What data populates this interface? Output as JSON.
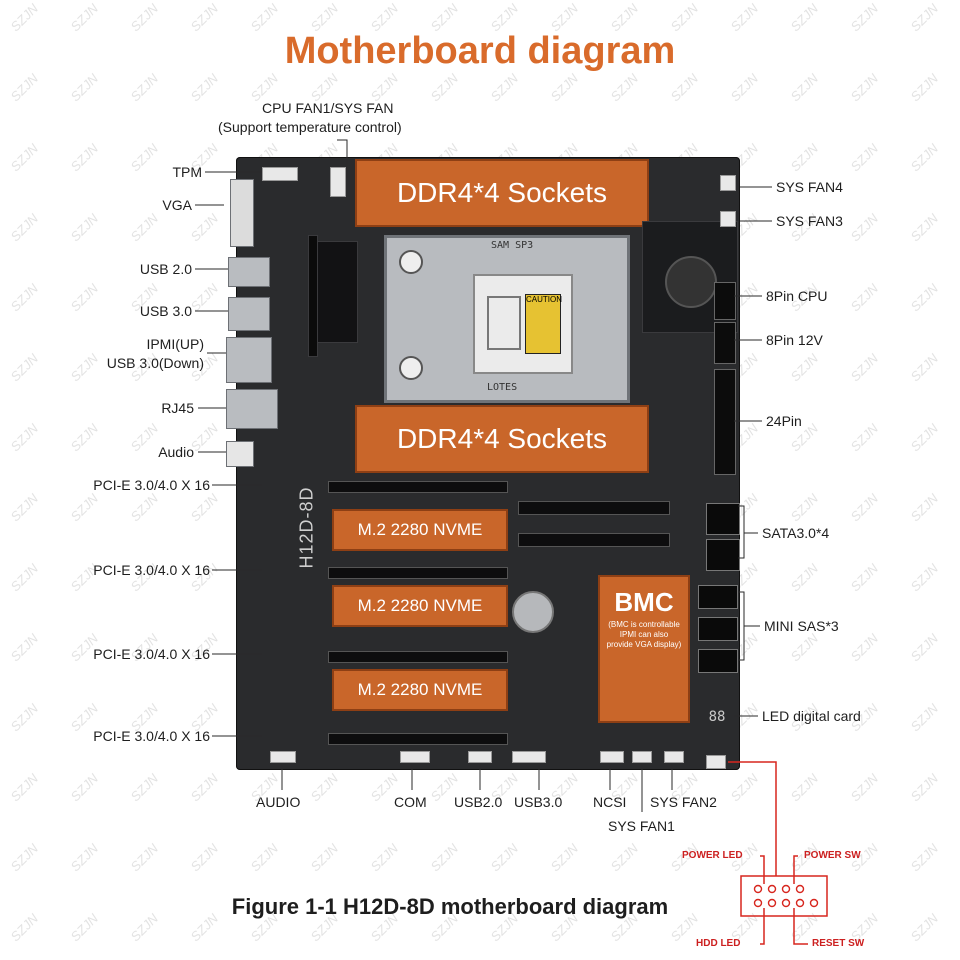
{
  "title": "Motherboard diagram",
  "caption": "Figure 1-1 H12D-8D motherboard diagram",
  "watermark": "SZJN",
  "colors": {
    "accent": "#d96b2b",
    "board": "#2a2b2d",
    "line": "#d7261e"
  },
  "board": {
    "model_silk": "H12D-8D",
    "ddr_top": "DDR4*4 Sockets",
    "ddr_bottom": "DDR4*4 Sockets",
    "m2_1": "M.2 2280 NVME",
    "m2_2": "M.2 2280 NVME",
    "m2_3": "M.2 2280 NVME",
    "bmc_title": "BMC",
    "bmc_note": "(BMC is controllable IPMI can also provide VGA display)",
    "socket_silk": "SAM SP3",
    "caution": "CAUTION",
    "lotes": "LOTES",
    "led_digits": "88"
  },
  "left_labels": {
    "cpu_fan": "CPU FAN1/SYS FAN",
    "cpu_fan_note": "(Support temperature control)",
    "tpm": "TPM",
    "vga": "VGA",
    "usb2": "USB 2.0",
    "usb3": "USB 3.0",
    "ipmi_up": "IPMI(UP)",
    "usb3_down": "USB 3.0(Down)",
    "rj45": "RJ45",
    "audio": "Audio",
    "pcie1": "PCI-E 3.0/4.0 X 16",
    "pcie2": "PCI-E 3.0/4.0 X 16",
    "pcie3": "PCI-E 3.0/4.0 X 16",
    "pcie4": "PCI-E 3.0/4.0 X 16"
  },
  "right_labels": {
    "sys_fan4": "SYS FAN4",
    "sys_fan3": "SYS FAN3",
    "cpu8pin": "8Pin CPU",
    "pin12v": "8Pin 12V",
    "pin24": "24Pin",
    "sata": "SATA3.0*4",
    "minisas": "MINI SAS*3",
    "led": "LED digital card"
  },
  "bottom_labels": {
    "audio": "AUDIO",
    "com": "COM",
    "usb2": "USB2.0",
    "usb3": "USB3.0",
    "ncsi": "NCSI",
    "sys_fan2": "SYS FAN2",
    "sys_fan1": "SYS FAN1"
  },
  "front_panel": {
    "power_led": "POWER LED",
    "power_sw": "POWER SW",
    "hdd_led": "HDD LED",
    "reset_sw": "RESET SW"
  }
}
